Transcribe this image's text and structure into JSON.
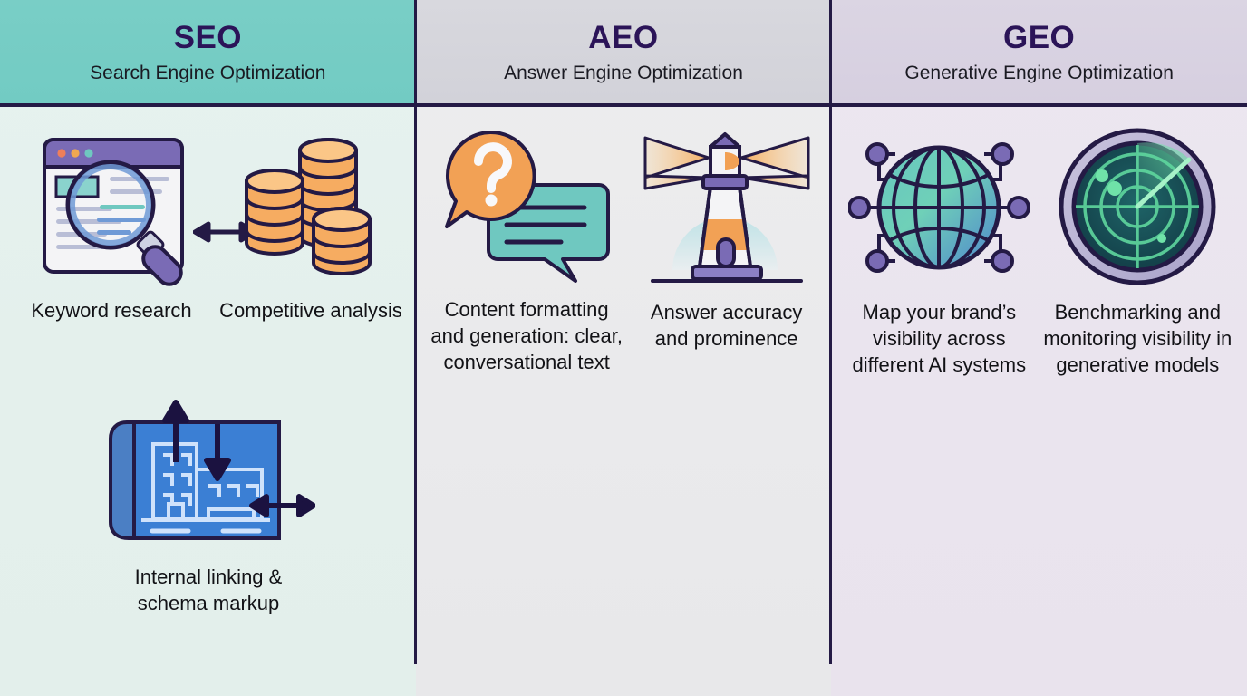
{
  "infographic": {
    "columns": [
      {
        "id": "seo",
        "title": "SEO",
        "subtitle": "Search Engine Optimization",
        "header_bg": "#76ccc4",
        "body_bg": "#e4f0ec",
        "title_color": "#2b1458",
        "items": [
          {
            "icon": "browser-search-icon",
            "caption": "Keyword research"
          },
          {
            "icon": "coin-stacks-icon",
            "caption": "Competitive analysis"
          },
          {
            "icon": "blueprint-icon",
            "caption": "Internal linking & schema markup"
          }
        ],
        "connectors": [
          {
            "icon": "double-arrow-horizontal-icon"
          }
        ]
      },
      {
        "id": "aeo",
        "title": "AEO",
        "subtitle": "Answer Engine Optimization",
        "header_bg": "#d5d5db",
        "body_bg": "#eaeaec",
        "title_color": "#2b1458",
        "items": [
          {
            "icon": "question-answer-bubbles-icon",
            "caption": "Content formatting and generation: clear, conversational text"
          },
          {
            "icon": "lighthouse-icon",
            "caption": "Answer accuracy and prominence"
          }
        ],
        "connectors": []
      },
      {
        "id": "geo",
        "title": "GEO",
        "subtitle": "Generative Engine Optimization",
        "header_bg": "#d8d2e1",
        "body_bg": "#eae4ee",
        "title_color": "#2b1458",
        "items": [
          {
            "icon": "network-globe-icon",
            "caption": "Map your brand’s visibility across different AI systems"
          },
          {
            "icon": "radar-icon",
            "caption": "Benchmarking and monitoring visibility in generative models"
          }
        ],
        "connectors": []
      }
    ],
    "palette": {
      "outline": "#241a45",
      "teal": "#6fc8c0",
      "orange": "#f5a250",
      "purple": "#7a6bb5",
      "blue": "#3b7fd4",
      "radar_green": "#5fd79e"
    }
  }
}
